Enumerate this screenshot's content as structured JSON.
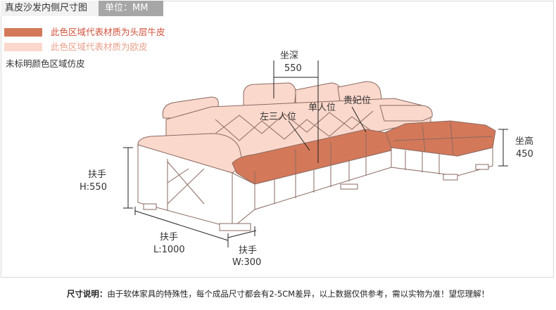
{
  "header": {
    "title": "真皮沙发内侧尺寸图",
    "unit": "单位：MM"
  },
  "legend": [
    {
      "text": "此色区域代表材质为头层牛皮",
      "color": "#d4785a",
      "text_color": "#d0503a"
    },
    {
      "text": "此色区域代表材质为欧皮",
      "color": "#fbd8cc",
      "text_color": "#e8a08a"
    }
  ],
  "note": "未标明颜色区域仿皮",
  "labels": {
    "seat_depth": "坐深",
    "seat_depth_val": "550",
    "left_three": "左三人位",
    "single": "单人位",
    "chaise": "贵妃位",
    "seat_height": "坐高",
    "seat_height_val": "450",
    "armrest_h": "扶手",
    "armrest_h_val": "H:550",
    "armrest_l": "扶手",
    "armrest_l_val": "L:1000",
    "armrest_w": "扶手",
    "armrest_w_val": "W:300"
  },
  "footer": {
    "label": "尺寸说明：",
    "text": "由于软体家具的特殊性，每个成品尺寸都会有2-5CM差异，以上数据仅供参考，需以实物为准！望您理解！"
  },
  "colors": {
    "leather": "#d4785a",
    "pu": "#fbd8cc",
    "base": "#ffffff",
    "outline": "#8a6a60"
  }
}
